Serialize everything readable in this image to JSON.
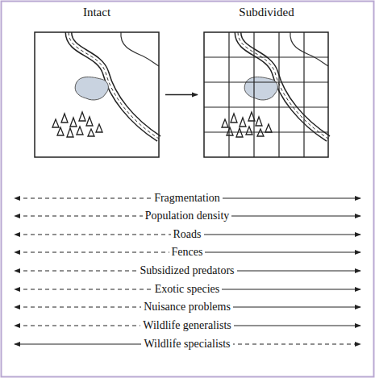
{
  "diagram": {
    "nodes": [
      {
        "text": [
          "Intact"
        ]
      },
      {
        "text": [
          "Subdivided"
        ]
      }
    ],
    "edges": [
      {
        "from": 0,
        "to": 1,
        "arrow": "to"
      }
    ],
    "labels": [
      "Fragmentation",
      "Population density",
      "Roads",
      "Fences",
      "Subsidized predators",
      "Exotic species",
      "Nuisance problems",
      "Wildlife generalists",
      "Wildlife specialists"
    ]
  }
}
